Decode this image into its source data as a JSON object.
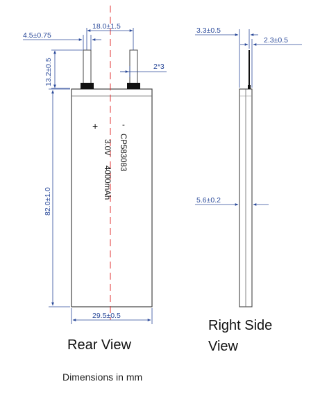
{
  "colors": {
    "dimension": "#2b4a9a",
    "centerline": "#e03030",
    "outline": "#444444",
    "tab_fill": "#ffffff",
    "tab_base": "#111111"
  },
  "rear_view": {
    "tab_spacing": "18.0±1.5",
    "tab_width": "4.5±0.75",
    "tab_height": "13.2±0.5",
    "tab_thickness": "2*3",
    "body_length": "82.0±1.0",
    "body_width": "29.5±0.5",
    "polarity_negative": "-",
    "polarity_positive": "+",
    "model": "CP583083",
    "voltage": "3.0V",
    "capacity": "4000mAh",
    "title": "Rear View"
  },
  "side_view": {
    "tab_offset": "3.3±0.5",
    "tab_offset_2": "2.3±0.5",
    "thickness": "5.6±0.2",
    "title_line1": "Right Side",
    "title_line2": "View"
  },
  "footer_note": "Dimensions in mm"
}
